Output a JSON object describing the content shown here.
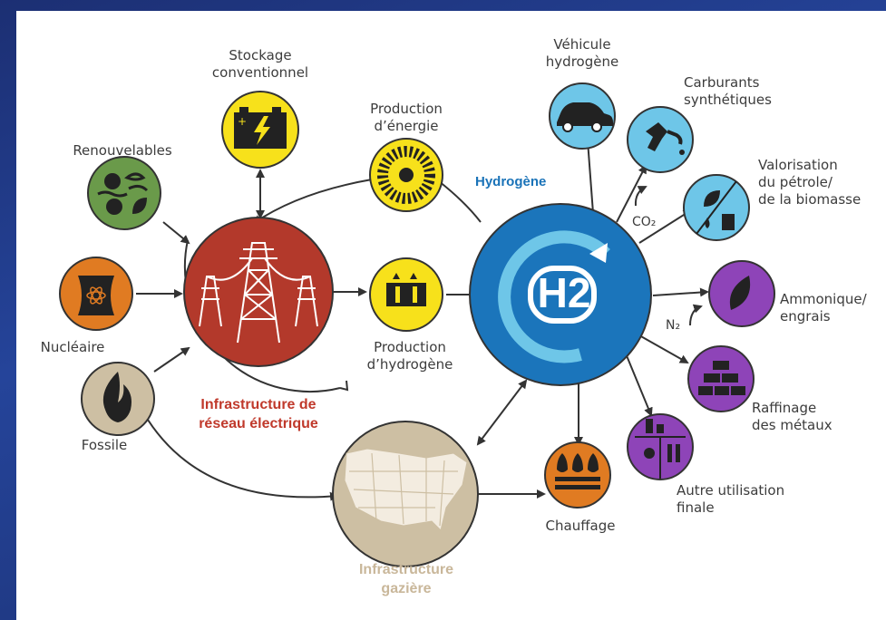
{
  "labels": {
    "stockage": "Stockage\nconventionnel",
    "production_energie": "Production\nd’énergie",
    "vehicule": "Véhicule\nhydrogène",
    "carburants": "Carburants\nsynthétiques",
    "valorisation": "Valorisation\ndu pétrole/\nde la biomasse",
    "renouvelables": "Renouvelables",
    "nucleaire": "Nucléaire",
    "fossile": "Fossile",
    "production_hydrogene": "Production\nd’hydrogène",
    "infra_reseau": "Infrastructure de\nréseau électrique",
    "hydrogene": "Hydrogène",
    "h2": "H2",
    "co2": "CO₂",
    "n2": "N₂",
    "ammoniaque": "Ammonique/\nengrais",
    "raffinage": "Raffinage\ndes métaux",
    "autre": "Autre utilisation\nfinale",
    "chauffage": "Chauffage",
    "infra_gaz": "Infrastructure\ngazière"
  },
  "colors": {
    "grid_red": "#b3392b",
    "hydrogen_blue": "#1b75bb",
    "light_blue": "#6ec6e8",
    "yellow": "#f7e11b",
    "orange": "#e07b22",
    "purple": "#8e44b8",
    "green": "#6a9a4a",
    "tan": "#cdbfa3"
  }
}
